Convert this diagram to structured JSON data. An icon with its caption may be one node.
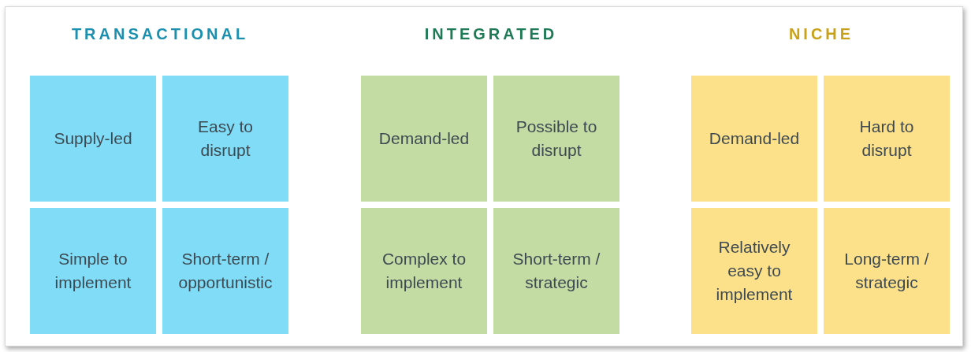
{
  "diagram": {
    "nodes": [
      {
        "text": [
          "TRANSACTIONAL"
        ]
      },
      {
        "text": [
          "Supply-led"
        ],
        "in": 0
      },
      {
        "text": [
          "Easy to disrupt"
        ],
        "in": 0
      },
      {
        "text": [
          "Simple to implement"
        ],
        "in": 0
      },
      {
        "text": [
          "Short-term / opportunistic"
        ],
        "in": 0
      },
      {
        "text": [
          "INTEGRATED"
        ]
      },
      {
        "text": [
          "Demand-led"
        ],
        "in": 5
      },
      {
        "text": [
          "Possible to disrupt"
        ],
        "in": 5
      },
      {
        "text": [
          "Complex to implement"
        ],
        "in": 5
      },
      {
        "text": [
          "Short-term / strategic"
        ],
        "in": 5
      },
      {
        "text": [
          "NICHE"
        ]
      },
      {
        "text": [
          "Demand-led"
        ],
        "in": 10
      },
      {
        "text": [
          "Hard to disrupt"
        ],
        "in": 10
      },
      {
        "text": [
          "Relatively easy to implement"
        ],
        "in": 10
      },
      {
        "text": [
          "Long-term / strategic"
        ],
        "in": 10
      }
    ]
  }
}
